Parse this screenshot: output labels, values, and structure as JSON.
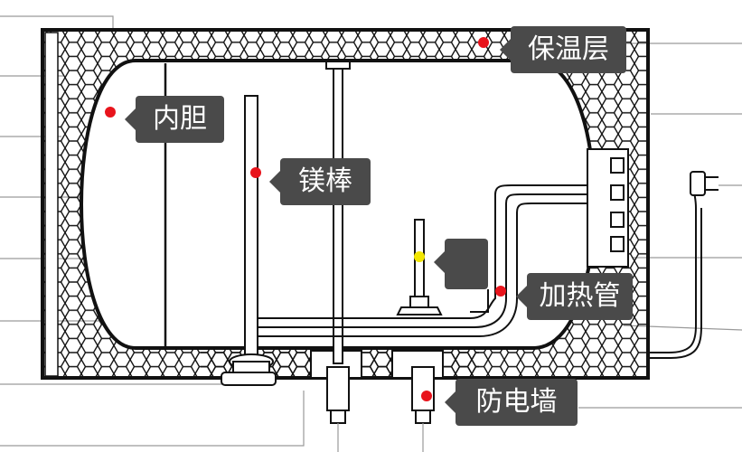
{
  "colors": {
    "line": "#111111",
    "guide": "#9a9a9a",
    "callout_bg": "#4a4a4a",
    "callout_text": "#ffffff",
    "dot_red": "#e8141c",
    "dot_yellow": "#f2e600"
  },
  "labels": {
    "insulation": "保温层",
    "inner_tank": "内胆",
    "magnesium_rod": "镁棒",
    "sensor": "",
    "heating_tube": "加热管",
    "anti_shock_wall": "防电墙"
  }
}
